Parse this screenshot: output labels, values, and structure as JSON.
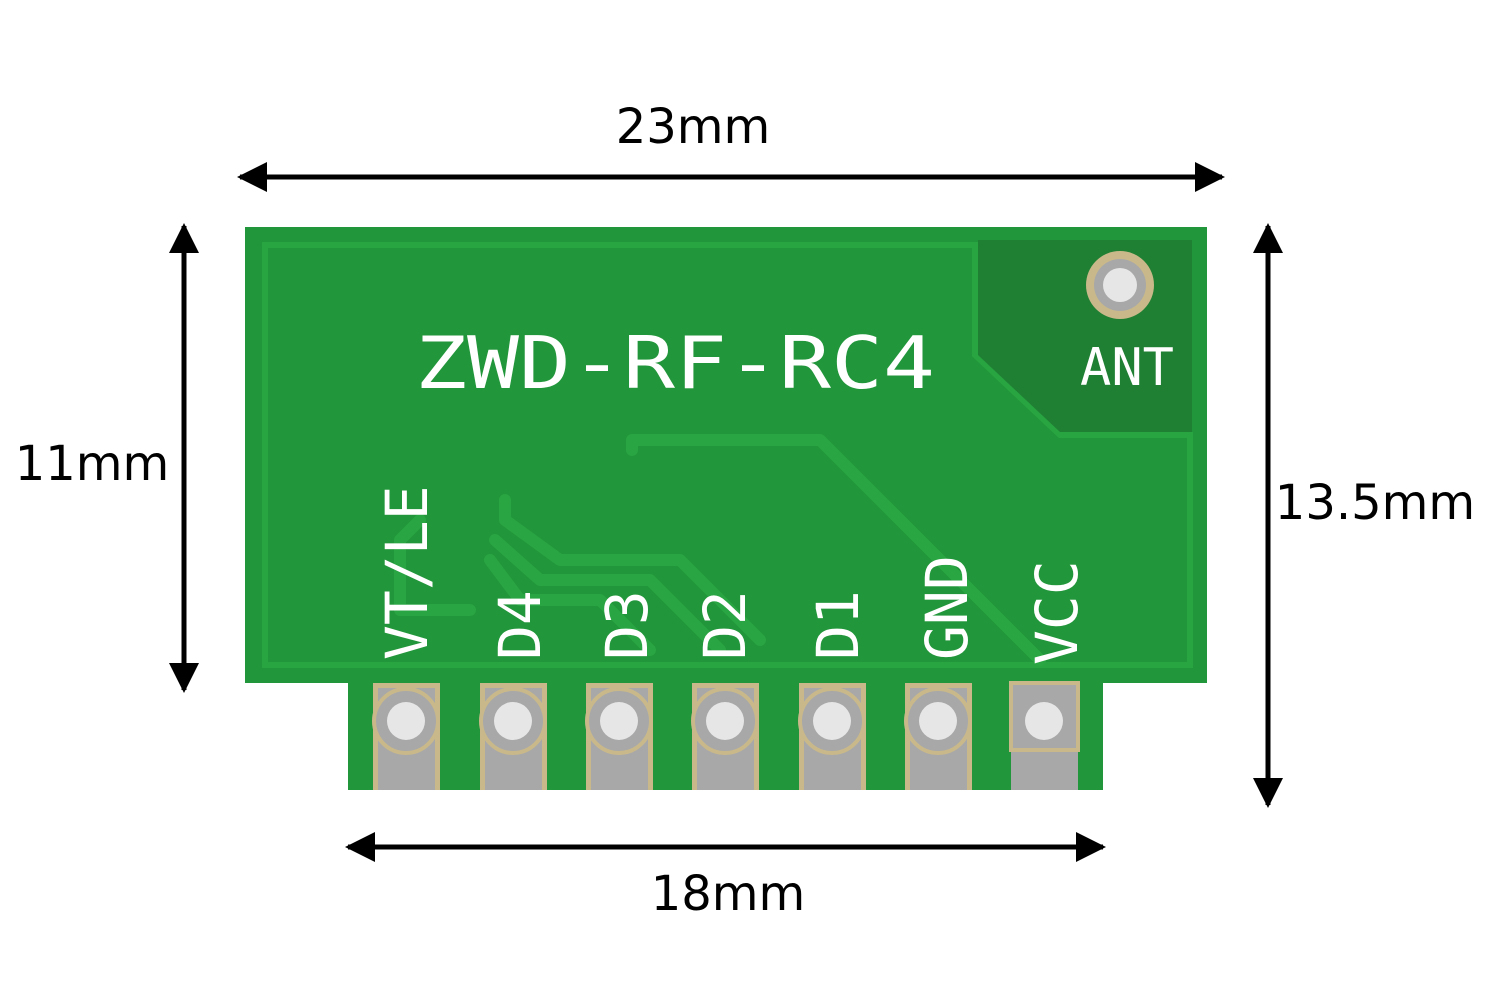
{
  "colors": {
    "board": "#22963a",
    "board_dark": "#1a7a2d",
    "trace": "#2aa744",
    "silkscreen": "#ffffff",
    "pad": "#a8a8a8",
    "pad_ring": "#c9b98a",
    "hole": "#e6e6e6",
    "dimension": "#000000"
  },
  "module": {
    "name": "ZWD-RF-RC4",
    "antenna_label": "ANT",
    "pins": [
      "VT/LE",
      "D4",
      "D3",
      "D2",
      "D1",
      "GND",
      "VCC"
    ]
  },
  "dimensions": {
    "width_total": "23mm",
    "pin_span": "18mm",
    "height_body": "11mm",
    "height_total": "13.5mm"
  }
}
